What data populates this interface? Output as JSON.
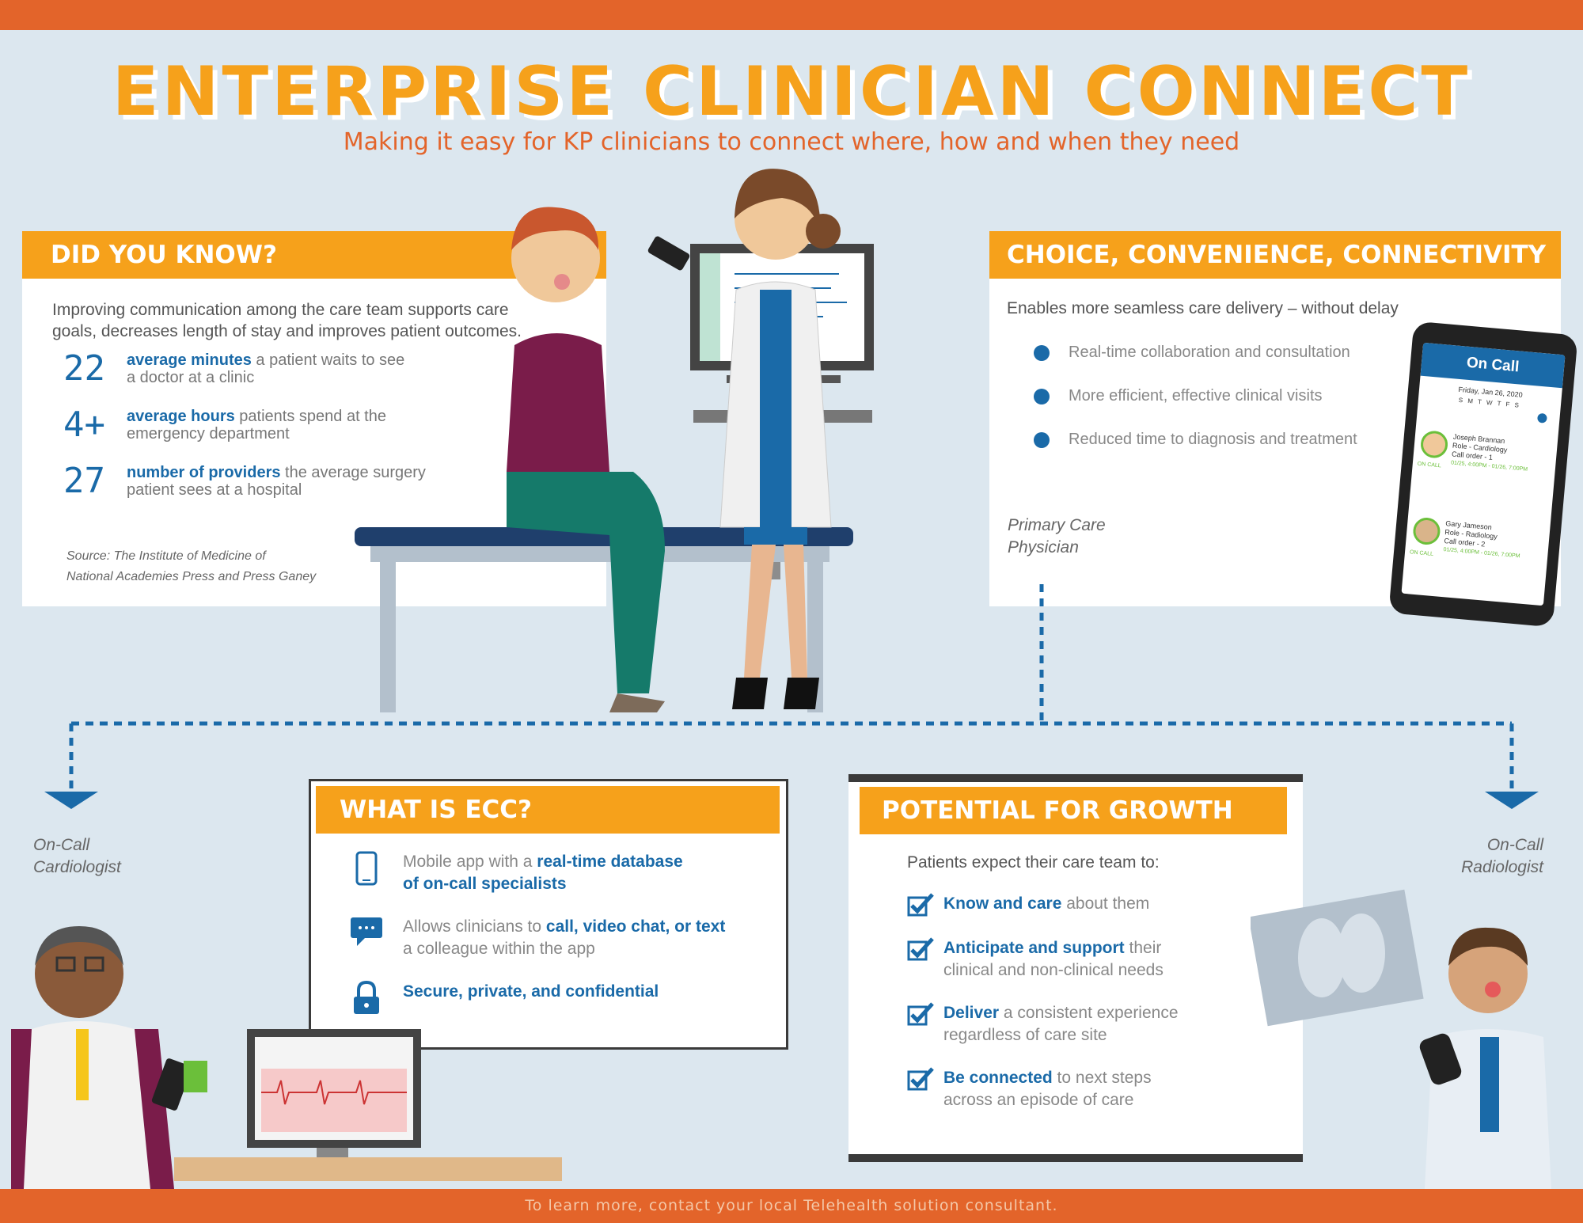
{
  "title": "ENTERPRISE CLINICIAN CONNECT",
  "subtitle": "Making it easy for KP clinicians to connect where, how and when they need",
  "did_you_know": {
    "heading": "DID YOU KNOW?",
    "intro_line1": "Improving communication among the care team supports care",
    "intro_line2": "goals, decreases length of stay and improves patient outcomes.",
    "stats": [
      {
        "num": "22",
        "bold": "average minutes",
        "rest1": " a patient waits to see",
        "rest2": "a doctor at a clinic"
      },
      {
        "num": "4+",
        "bold": "average hours",
        "rest1": " patients spend at the",
        "rest2": "emergency department"
      },
      {
        "num": "27",
        "bold": "number of providers",
        "rest1": " the average surgery",
        "rest2": "patient sees at a hospital"
      }
    ],
    "source_line1": "Source: The Institute of Medicine of",
    "source_line2": "National Academies Press and Press Ganey"
  },
  "choice": {
    "heading": "CHOICE, CONVENIENCE, CONNECTIVITY",
    "intro": "Enables more seamless care delivery – without delay",
    "bullets": [
      "Real-time collaboration and consultation",
      "More efficient, effective clinical visits",
      "Reduced time to diagnosis and treatment"
    ]
  },
  "phone": {
    "header": "On Call",
    "date": "Friday, Jan 26, 2020",
    "days": "S M T W T F S",
    "contacts": [
      {
        "name": "Joseph Brannan",
        "role": "Role - Cardiology",
        "order": "Call order - 1",
        "status": "ON CALL",
        "time": "01/25, 4:00PM - 01/26, 7:00PM"
      },
      {
        "name": "Gary Jameson",
        "role": "Role - Radiology",
        "order": "Call order - 2",
        "status": "ON CALL",
        "time": "01/25, 4:00PM - 01/26, 7:00PM"
      }
    ]
  },
  "captions": {
    "pcp_line1": "Primary Care",
    "pcp_line2": "Physician",
    "cardio_line1": "On-Call",
    "cardio_line2": "Cardiologist",
    "radio_line1": "On-Call",
    "radio_line2": "Radiologist"
  },
  "ecc": {
    "heading": "WHAT IS ECC?",
    "item1_pre": "Mobile app with a ",
    "item1_bold1": "real-time database",
    "item1_bold2": "of on-call specialists",
    "item2_pre": "Allows clinicians to ",
    "item2_bold": "call, video chat, or text",
    "item2_post": "a colleague within the app",
    "item3_bold": "Secure, private, and confidential"
  },
  "growth": {
    "heading": "POTENTIAL FOR GROWTH",
    "intro": "Patients expect their care team to:",
    "items": [
      {
        "bold": "Know and care",
        "rest1": " about them",
        "rest2": ""
      },
      {
        "bold": "Anticipate and support",
        "rest1": " their",
        "rest2": "clinical and non-clinical needs"
      },
      {
        "bold": "Deliver",
        "rest1": " a consistent experience",
        "rest2": "regardless of care site"
      },
      {
        "bold": "Be connected",
        "rest1": " to next steps",
        "rest2": "across an episode of care"
      }
    ]
  },
  "footer": "To learn more, contact your local Telehealth solution consultant.",
  "colors": {
    "orange": "#e3642a",
    "amber": "#f6a11b",
    "blue": "#1a6aa8"
  }
}
